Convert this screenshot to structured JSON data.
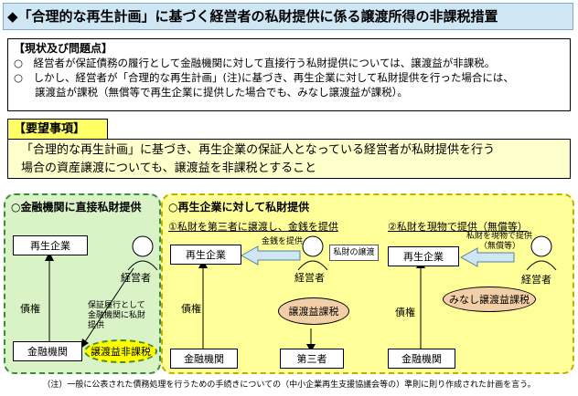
{
  "title": "◆「合理的な再生計画」に基づく経営者の私財提供に係る譲渡所得の非課税措置",
  "status": {
    "header": "【現状及び問題点】",
    "line1": "○　経営者が保証債務の履行として金融機関に対して直接行う私財提供については、譲渡益が非課税。",
    "line2": "○　しかし、経営者が「合理的な再生計画」(注)に基づき、再生企業に対して私財提供を行った場合には、",
    "line3": "　　譲渡益が課税（無償等で再生企業に提供した場合でも、みなし譲渡益が課税）。"
  },
  "request": {
    "label": "【要望事項】",
    "line1": "「合理的な再生計画」に基づき、再生企業の保証人となっている経営者が私財提供を行う",
    "line2": "場合の資産譲渡についても、譲渡益を非課税とすること"
  },
  "left_panel": {
    "title": "○金融機関に直接私財提供",
    "company": "再生企業",
    "bank": "金融機関",
    "manager": "経営者",
    "claim": "債権",
    "guarantee_note1": "保証履行として",
    "guarantee_note2": "金融機関に私財",
    "guarantee_note3": "提供",
    "badge": "譲渡益非課税"
  },
  "right_panel": {
    "title": "○再生企業に対して私財提供",
    "case1": {
      "title": "①私財を第三者に譲渡し、金銭を提供",
      "company": "再生企業",
      "bank": "金融機関",
      "third_party": "第三者",
      "manager": "経営者",
      "claim": "債権",
      "money": "金銭を提供",
      "sale": "私財の譲渡",
      "badge": "譲渡益課税"
    },
    "case2": {
      "title": "②私財を現物で提供（無償等）",
      "company": "再生企業",
      "bank": "金融機関",
      "manager": "経営者",
      "claim": "債権",
      "inkind1": "私財を現物で提供",
      "inkind2": "（無償等）",
      "badge": "みなし譲渡益課税"
    }
  },
  "footnote": "（注）一般に公表された債務処理を行うための手続きについての（中小企業再生支援協議会等の）準則に則り作成された計画を言う。",
  "colors": {
    "title_bg": "#cfe6f5",
    "request_label_bg": "#ffff66",
    "request_bg": "#ffffcc",
    "left_panel_bg": "#d9f2c6",
    "right_panel_bg": "#ffff99",
    "badge_left": "#ffff00",
    "badge_right": "#f2cfa6",
    "arrow_fill": "#cfe6f5"
  }
}
